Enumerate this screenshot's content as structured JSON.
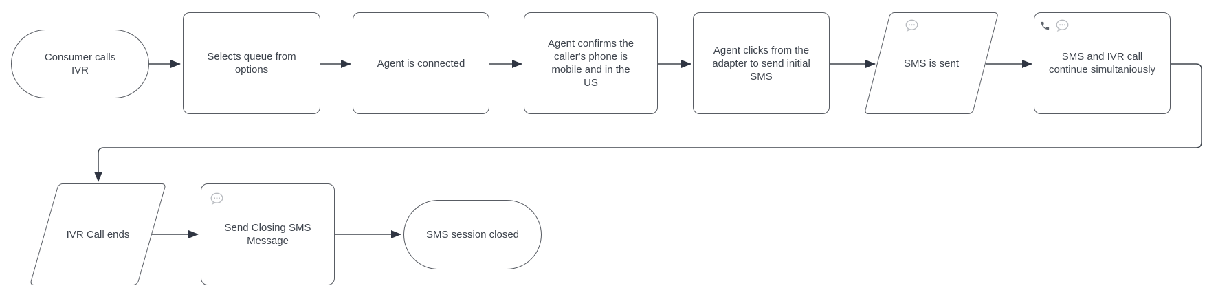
{
  "diagram": {
    "type": "flowchart",
    "background": "#ffffff",
    "colors": {
      "shape_border": "#585c63",
      "shape_fill": "#ffffff",
      "connector_line": "#40474f",
      "arrowhead": "#2f3542",
      "text": "#3e444d",
      "icon_light_gray": "#b7babf",
      "icon_dark_gray": "#5d636b"
    },
    "nodes": [
      {
        "id": "consumer-calls-ivr",
        "shape": "stadium",
        "label": "Consumer calls IVR",
        "icons": []
      },
      {
        "id": "selects-queue",
        "shape": "rect",
        "label": "Selects queue from options",
        "icons": []
      },
      {
        "id": "agent-connected",
        "shape": "rect",
        "label": "Agent is connected",
        "icons": []
      },
      {
        "id": "agent-confirms-phone",
        "shape": "rect",
        "label": "Agent confirms the caller's phone is mobile and in the US",
        "icons": []
      },
      {
        "id": "agent-clicks-adapter",
        "shape": "rect",
        "label": "Agent clicks from the adapter to send initial SMS",
        "icons": []
      },
      {
        "id": "sms-is-sent",
        "shape": "parallelogram",
        "label": "SMS is sent",
        "icons": [
          "sms-bubble-icon"
        ]
      },
      {
        "id": "sms-ivr-continue",
        "shape": "rect",
        "label": "SMS and IVR call continue simultaniously",
        "icons": [
          "phone-icon",
          "sms-bubble-icon"
        ]
      },
      {
        "id": "ivr-call-ends",
        "shape": "parallelogram",
        "label": "IVR Call ends",
        "icons": []
      },
      {
        "id": "send-closing-sms",
        "shape": "rect",
        "label": "Send Closing SMS Message",
        "icons": [
          "sms-bubble-icon"
        ]
      },
      {
        "id": "sms-session-closed",
        "shape": "stadium",
        "label": "SMS session closed",
        "icons": []
      }
    ],
    "edges": [
      {
        "from": "consumer-calls-ivr",
        "to": "selects-queue"
      },
      {
        "from": "selects-queue",
        "to": "agent-connected"
      },
      {
        "from": "agent-connected",
        "to": "agent-confirms-phone"
      },
      {
        "from": "agent-confirms-phone",
        "to": "agent-clicks-adapter"
      },
      {
        "from": "agent-clicks-adapter",
        "to": "sms-is-sent"
      },
      {
        "from": "sms-is-sent",
        "to": "sms-ivr-continue"
      },
      {
        "from": "sms-ivr-continue",
        "to": "ivr-call-ends"
      },
      {
        "from": "ivr-call-ends",
        "to": "send-closing-sms"
      },
      {
        "from": "send-closing-sms",
        "to": "sms-session-closed"
      }
    ]
  }
}
